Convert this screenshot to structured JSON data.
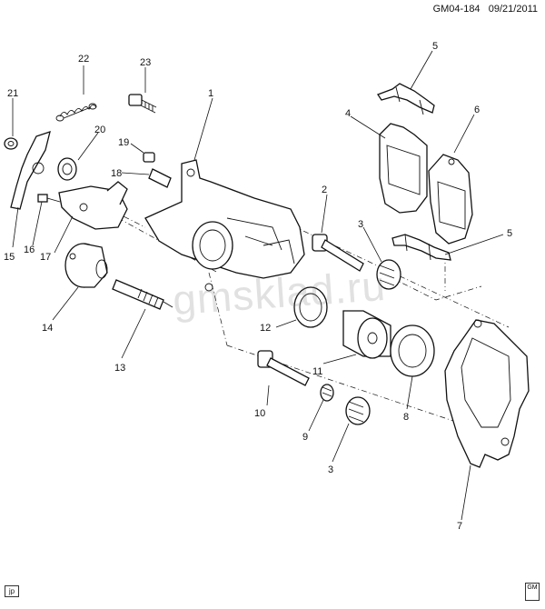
{
  "header": {
    "code": "GM04-184",
    "date": "09/21/2011"
  },
  "footer": {
    "tag": "jp"
  },
  "watermark": "gmsklad.ru",
  "callouts": [
    "1",
    "2",
    "3",
    "3",
    "4",
    "5",
    "5",
    "6",
    "7",
    "8",
    "9",
    "10",
    "11",
    "12",
    "13",
    "14",
    "15",
    "16",
    "17",
    "18",
    "19",
    "20",
    "21",
    "22",
    "23"
  ]
}
